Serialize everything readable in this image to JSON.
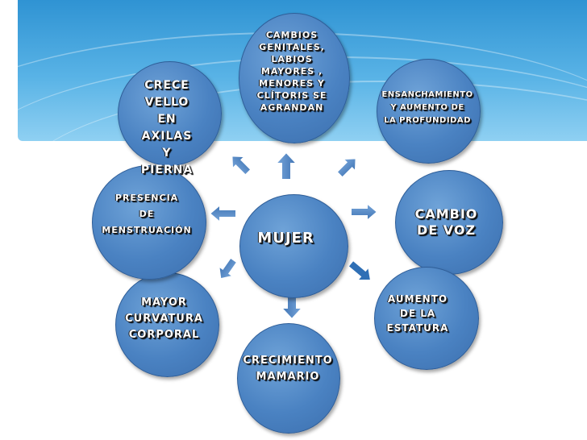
{
  "center": "MUJER",
  "nodes": {
    "top": "CAMBIOS\nGENITALES,\nLABIOS\nMAYORES ,\nMENORES Y\nCLÍTORIS SE\nAGRANDAN",
    "top_right": "ENSANCHAMIENTO\nY AUMENTO DE\nLA PROFUNDIDAD",
    "right": "CAMBIO\nDE VOZ",
    "bottom_right": "AUMENTO\nDE LA\nESTATURA",
    "bottom": "CRECIMIENTO\nMAMARIO",
    "bottom_left": "MAYOR\nCURVATURA\nCORPORAL",
    "left": "PRESENCIA\nDE\nMENSTRUACIÓN",
    "top_left": "CRECE\nVELLO\nEN\nAXILAS\nY\nPIERNA"
  },
  "colors": {
    "bubble": "#4a82c2",
    "arrow": "#4a82c2",
    "arrow_highlight": "#2f6fb5",
    "banner": "#59b3e6"
  }
}
